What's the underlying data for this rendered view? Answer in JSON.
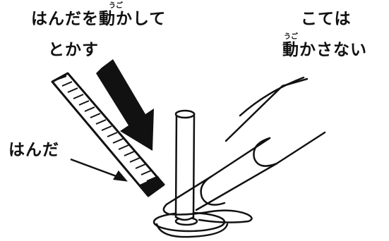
{
  "labels": {
    "move_solder_line1": "はんだを動かして",
    "move_solder_line2": "とかす",
    "iron_line1": "こては",
    "iron_line2": "動かさない",
    "solder": "はんだ",
    "ruby_ugo": "うご"
  },
  "colors": {
    "ink": "#111111",
    "background": "#ffffff"
  },
  "icons": {
    "push_arrow": "thick-down-right-arrow",
    "pointer_arrow": "thin-arrow"
  }
}
